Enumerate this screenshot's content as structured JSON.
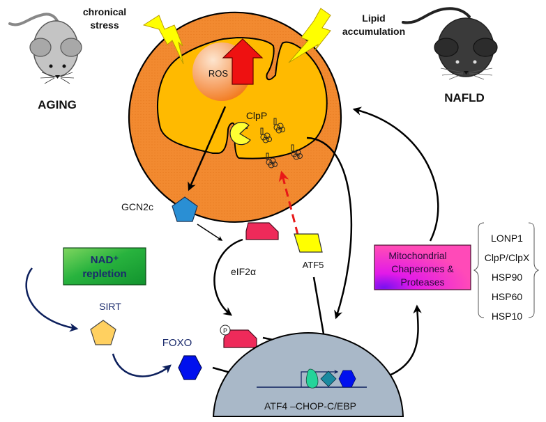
{
  "figure": {
    "left_model": {
      "label": "AGING",
      "stressor": [
        "chronical",
        "stress"
      ],
      "icon": "gray-mouse-icon"
    },
    "right_model": {
      "label": "NAFLD",
      "stressor": [
        "Lipid",
        "accumulation"
      ],
      "icon": "black-mouse-icon"
    },
    "mitochondrion": {
      "ros_label": "ROS",
      "protease_label": "ClpP",
      "colors": {
        "outer": "#f28a30",
        "inner": "#ffba00",
        "ros_arrow": "#ee1111"
      }
    },
    "pathway": {
      "gcn2": "GCN2c",
      "eif2a": "eIF2α",
      "phospho": "P",
      "atf5": "ATF5",
      "nad": [
        "NAD⁺",
        "repletion"
      ],
      "sirt": "SIRT",
      "foxo": "FOXO",
      "nucleus_label": "ATF4 –CHOP-C/EBP"
    },
    "chaperones_box": {
      "lines": [
        "Mitochondrial",
        "Chaperones &",
        "Proteases"
      ]
    },
    "chaperone_list": [
      "LONP1",
      "ClpP/ClpX",
      "HSP90",
      "HSP60",
      "HSP10"
    ],
    "shape_colors": {
      "gcn2": "#2a8fd4",
      "eif2a": "#ee2a5a",
      "atf5": "#ffff00",
      "sirt": "#ffd060",
      "foxo": "#0010ee",
      "nad_box": "#22b03a",
      "chaperone_box": "#e41ce0",
      "nucleus": "#a9b8c8"
    }
  }
}
